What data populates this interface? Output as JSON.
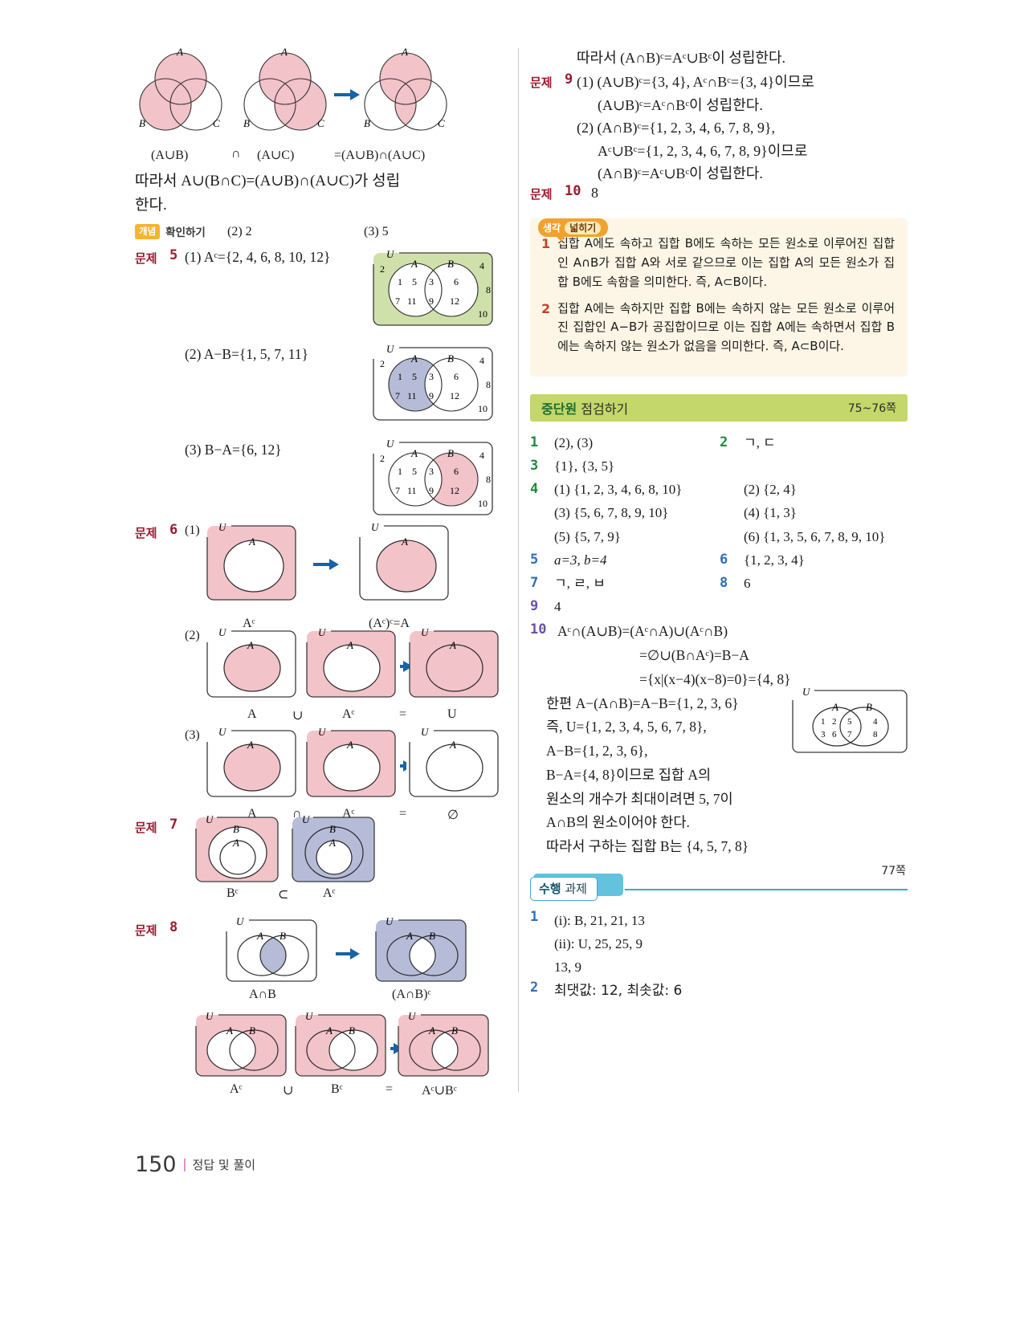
{
  "page": {
    "number": "150",
    "footer_label": "정답 및 풀이"
  },
  "left": {
    "top_diagram": {
      "labels": [
        "(A∪B)",
        "∩",
        "(A∪C)",
        "=(A∪B)∩(A∪C)"
      ],
      "circle_labels": [
        "A",
        "B",
        "C"
      ]
    },
    "conclusion_line1": "따라서  A∪(B∩C)=(A∪B)∩(A∪C)가  성립",
    "conclusion_line2": "한다.",
    "concept_check": {
      "badge": "개념",
      "badge_text": "확인하기 ",
      "items": [
        "(2) 2",
        "(3) 5"
      ]
    },
    "p5": {
      "label": "문제",
      "num": "5",
      "answers": [
        "(1) Aᶜ={2, 4, 6, 8, 10, 12}",
        "(2) A−B={1, 5, 7, 11}",
        "(3) B−A={6, 12}"
      ],
      "venn_numbers": {
        "universe": "U",
        "outside": [
          "2",
          "4",
          "8",
          "10"
        ],
        "a_only": [
          "1",
          "5",
          "7",
          "11"
        ],
        "intersection": [
          "3",
          "9"
        ],
        "b_only": [
          "6",
          "12"
        ],
        "setA": "A",
        "setB": "B"
      },
      "shading": [
        "complement-A-green",
        "A-minus-B-blue",
        "B-minus-A-pink"
      ]
    },
    "p6": {
      "label": "문제",
      "num": "6",
      "rows": [
        {
          "idx": "(1)",
          "captions": [
            "Aᶜ",
            "(Aᶜ)ᶜ=A"
          ],
          "ops": [
            "→"
          ]
        },
        {
          "idx": "(2)",
          "captions": [
            "A",
            "Aᶜ",
            "U"
          ],
          "ops": [
            "∪",
            "="
          ]
        },
        {
          "idx": "(3)",
          "captions": [
            "A",
            "Aᶜ",
            "∅"
          ],
          "ops": [
            "∩",
            "="
          ]
        }
      ],
      "universe_label": "U",
      "set_label": "A"
    },
    "p7": {
      "label": "문제",
      "num": "7",
      "captions": [
        "Bᶜ",
        "⊂",
        "Aᶜ"
      ],
      "universe_label": "U",
      "outer_label": "B",
      "inner_label": "A"
    },
    "p8": {
      "label": "문제",
      "num": "8",
      "row1_captions": [
        "A∩B",
        "(A∩B)ᶜ"
      ],
      "row2_captions": [
        "Aᶜ",
        "∪",
        "Bᶜ",
        "=",
        "Aᶜ∪Bᶜ"
      ],
      "universe_label": "U",
      "setA": "A",
      "setB": "B"
    }
  },
  "right": {
    "top_conclusion": "따라서 (A∩B)ᶜ=Aᶜ∪Bᶜ이 성립한다.",
    "p9": {
      "label": "문제",
      "num": "9",
      "lines": [
        "(1) (A∪B)ᶜ={3, 4},  Aᶜ∩Bᶜ={3, 4}이므로",
        "(A∪B)ᶜ=Aᶜ∩Bᶜ이 성립한다.",
        "(2) (A∩B)ᶜ={1, 2, 3, 4, 6, 7, 8, 9},",
        "Aᶜ∪Bᶜ={1, 2, 3, 4, 6, 7, 8, 9}이므로",
        "(A∩B)ᶜ=Aᶜ∪Bᶜ이 성립한다."
      ]
    },
    "p10": {
      "label": "문제",
      "num": "10",
      "answer": "8"
    },
    "think": {
      "tab_left": "생각",
      "tab_right": "넓히기",
      "items": [
        {
          "n": "1",
          "text": "집합 A에도 속하고 집합 B에도 속하는 모든 원소로 이루어진 집합인 A∩B가 집합 A와 서로 같으므로 이는 집합 A의 모든 원소가 집합 B에도 속함을 의미한다. 즉, A⊂B이다."
        },
        {
          "n": "2",
          "text": "집합 A에는 속하지만 집합 B에는 속하지 않는 모든 원소로 이루어진 집합인 A−B가 공집합이므로 이는 집합 A에는 속하면서 집합 B에는 속하지 않는 원소가 없음을 의미한다. 즉, A⊂B이다."
        }
      ]
    },
    "midcheck": {
      "title_bold": "중단원",
      "title_rest": " 점검하기",
      "pages": "75~76쪽",
      "answers": [
        {
          "n": "1",
          "color": "g",
          "text": "(2), (3)"
        },
        {
          "n": "2",
          "color": "g",
          "text": "ㄱ, ㄷ"
        },
        {
          "n": "3",
          "color": "g",
          "text": "{1}, {3, 5}"
        },
        {
          "n": "4",
          "color": "g",
          "text": "",
          "sub": [
            "(1) {1, 2, 3, 4, 6, 8, 10}",
            "(2) {2, 4}",
            "(3) {5, 6, 7, 8, 9, 10}",
            "(4) {1, 3}",
            "(5) {5, 7, 9}",
            "(6) {1, 3, 5, 6, 7, 8, 9, 10}"
          ]
        },
        {
          "n": "5",
          "color": "b",
          "text": "a=3, b=4"
        },
        {
          "n": "6",
          "color": "b",
          "text": "{1, 2, 3, 4}"
        },
        {
          "n": "7",
          "color": "b",
          "text": "ㄱ, ㄹ, ㅂ"
        },
        {
          "n": "8",
          "color": "b",
          "text": "6"
        },
        {
          "n": "9",
          "color": "p",
          "text": "4"
        }
      ],
      "q10": {
        "n": "10",
        "lines": [
          "Aᶜ∩(A∪B)=(Aᶜ∩A)∪(Aᶜ∩B)",
          "=∅∪(B∩Aᶜ)=B−A",
          "={x|(x−4)(x−8)=0}={4, 8}",
          "한편 A−(A∩B)=A−B={1, 2, 3, 6}",
          "즉, U={1, 2, 3, 4, 5, 6, 7, 8},",
          "A−B={1, 2, 3, 6},",
          "B−A={4, 8}이므로 집합 A의",
          "원소의 개수가 최대이려면 5, 7이",
          "A∩B의 원소이어야 한다.",
          "따라서 구하는 집합 B는 {4, 5, 7, 8}"
        ],
        "venn": {
          "universe": "U",
          "setA": "A",
          "setB": "B",
          "a_only": [
            "1",
            "2",
            "3",
            "6"
          ],
          "intersection": [
            "5",
            "7"
          ],
          "b_only": [
            "4",
            "8"
          ]
        }
      }
    },
    "task": {
      "tab_bold": "수행",
      "tab_rest": " 과제",
      "page": "77쪽",
      "items": [
        {
          "n": "1",
          "lines": [
            "(i): B, 21, 21, 13",
            "(ii): U, 25, 25, 9",
            "13, 9"
          ]
        },
        {
          "n": "2",
          "lines": [
            "최댓값: 12, 최솟값: 6"
          ]
        }
      ]
    }
  },
  "colors": {
    "pink": "#f3c3ca",
    "blue_violet": "#b6bcd8",
    "green": "#cfe0ab",
    "arrow": "#1763a6",
    "stroke": "#3a3a3a"
  }
}
